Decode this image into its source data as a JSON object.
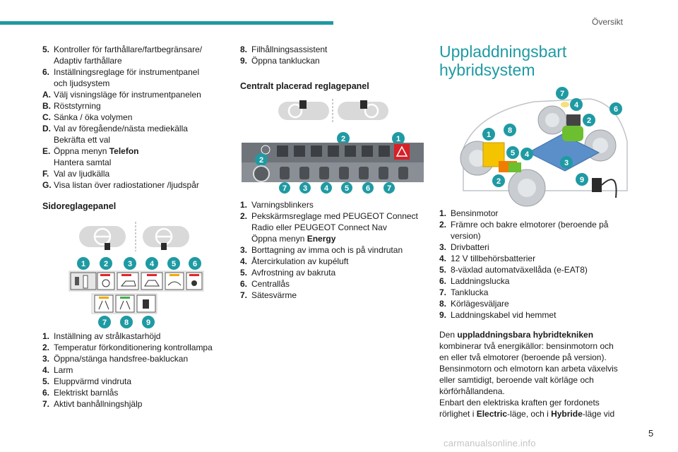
{
  "header": {
    "section": "Översikt",
    "page": "5"
  },
  "footer": {
    "watermark": "carmanualsonline.info"
  },
  "col1": {
    "items_a": [
      {
        "num": "5.",
        "text": "Kontroller för farthållare/fartbegränsare/",
        "text2": "Adaptiv farthållare"
      },
      {
        "num": "6.",
        "text": "Inställningsreglage för instrumentpanel",
        "text2": "och ljudsystem"
      },
      {
        "num": "A.",
        "text": "Välj visningsläge för instrumentpanelen"
      },
      {
        "num": "B.",
        "text": "Röststyrning"
      },
      {
        "num": "C.",
        "text": "Sänka / öka volymen"
      },
      {
        "num": "D.",
        "text": "Val av föregående/nästa mediekälla",
        "text2": "Bekräfta ett val"
      },
      {
        "num": "E.",
        "text": "Öppna menyn ",
        "bold": "Telefon",
        "text2": "Hantera samtal"
      },
      {
        "num": "F.",
        "text": "Val av ljudkälla"
      },
      {
        "num": "G.",
        "text": "Visa listan över radiostationer /ljudspår"
      }
    ],
    "heading_side": "Sidoreglagepanel",
    "side_badges_top": [
      "1",
      "2",
      "3",
      "4",
      "5",
      "6"
    ],
    "side_badges_bottom": [
      "7",
      "8",
      "9"
    ],
    "items_b": [
      {
        "num": "1.",
        "text": "Inställning av strålkastarhöjd"
      },
      {
        "num": "2.",
        "text": "Temperatur förkonditionering kontrollampa"
      },
      {
        "num": "3.",
        "text": "Öppna/stänga handsfree-bakluckan"
      },
      {
        "num": "4.",
        "text": "Larm"
      },
      {
        "num": "5.",
        "text": "Eluppvärmd vindruta"
      },
      {
        "num": "6.",
        "text": "Elektriskt barnlås"
      },
      {
        "num": "7.",
        "text": "Aktivt banhållningshjälp"
      }
    ]
  },
  "col2": {
    "items_a": [
      {
        "num": "8.",
        "text": "Filhållningsassistent"
      },
      {
        "num": "9.",
        "text": "Öppna tankluckan"
      }
    ],
    "heading_center": "Centralt placerad reglagepanel",
    "center_badges_top": [
      "2",
      "1"
    ],
    "center_badge_left": "2",
    "center_badges_bottom": [
      "7",
      "3",
      "4",
      "5",
      "6",
      "7"
    ],
    "items_b": [
      {
        "num": "1.",
        "text": "Varningsblinkers"
      },
      {
        "num": "2.",
        "text": "Pekskärmsreglage med PEUGEOT Connect",
        "text2": "Radio eller PEUGEOT Connect Nav",
        "text3": "Öppna menyn ",
        "bold": "Energy"
      },
      {
        "num": "3.",
        "text": "Borttagning av imma och is på vindrutan"
      },
      {
        "num": "4.",
        "text": "Återcirkulation av kupéluft"
      },
      {
        "num": "5.",
        "text": "Avfrostning av bakruta"
      },
      {
        "num": "6.",
        "text": "Centrallås"
      },
      {
        "num": "7.",
        "text": "Sätesvärme"
      }
    ]
  },
  "col3": {
    "title_line1": "Uppladdningsbart",
    "title_line2": "hybridsystem",
    "car_badges": [
      "7",
      "4",
      "2",
      "6",
      "1",
      "8",
      "5",
      "4",
      "3",
      "2",
      "9"
    ],
    "items": [
      {
        "num": "1.",
        "text": "Bensinmotor"
      },
      {
        "num": "2.",
        "text": "Främre och bakre elmotorer (beroende på",
        "text2": "version)"
      },
      {
        "num": "3.",
        "text": "Drivbatteri"
      },
      {
        "num": "4.",
        "text": "12 V tillbehörsbatterier"
      },
      {
        "num": "5.",
        "text": "8-växlad automatväxellåda (e-EAT8)"
      },
      {
        "num": "6.",
        "text": "Laddningslucka"
      },
      {
        "num": "7.",
        "text": "Tanklucka"
      },
      {
        "num": "8.",
        "text": "Körlägesväljare"
      },
      {
        "num": "9.",
        "text": "Laddningskabel vid hemmet"
      }
    ],
    "para": {
      "p1_pre": "Den ",
      "p1_bold": "uppladdningsbara hybridtekniken",
      "p1_rest": "kombinerar två energikällor: bensinmotorn och",
      "p1_l3": "en eller två elmotorer (beroende på version).",
      "p2_l1": "Bensinmotorn och elmotorn kan arbeta växelvis",
      "p2_l2": "eller samtidigt, beroende valt körläge och",
      "p2_l3": "körförhållandena.",
      "p3_l1": "Enbart den elektriska kraften ger fordonets",
      "p3_pre": "rörlighet i ",
      "p3_bold1": "Electric",
      "p3_mid": "-läge, och i ",
      "p3_bold2": "Hybride",
      "p3_post": "-läge vid"
    }
  },
  "colors": {
    "accent": "#1f9aa3",
    "badge": "#1f9aa3",
    "warning": "#e2242b"
  }
}
